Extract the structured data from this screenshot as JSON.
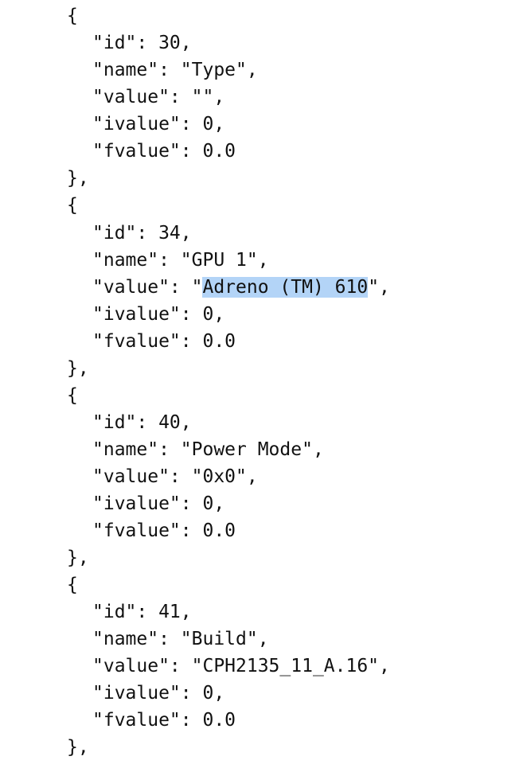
{
  "objects": [
    {
      "open": "{",
      "id": "\"id\": 30,",
      "name": "\"name\": \"Type\",",
      "value": "\"value\": \"\",",
      "ivalue": "\"ivalue\": 0,",
      "fvalue": "\"fvalue\": 0.0",
      "close": "},"
    },
    {
      "open": "{",
      "id": "\"id\": 34,",
      "name": "\"name\": \"GPU 1\",",
      "value_prefix": "\"value\": \"",
      "value_selected": "Adreno (TM) 610",
      "value_suffix": "\",",
      "ivalue": "\"ivalue\": 0,",
      "fvalue": "\"fvalue\": 0.0",
      "close": "},"
    },
    {
      "open": "{",
      "id": "\"id\": 40,",
      "name": "\"name\": \"Power Mode\",",
      "value": "\"value\": \"0x0\",",
      "ivalue": "\"ivalue\": 0,",
      "fvalue": "\"fvalue\": 0.0",
      "close": "},"
    },
    {
      "open": "{",
      "id": "\"id\": 41,",
      "name": "\"name\": \"Build\",",
      "value": "\"value\": \"CPH2135_11_A.16\",",
      "ivalue": "\"ivalue\": 0,",
      "fvalue": "\"fvalue\": 0.0",
      "close": "},"
    }
  ],
  "colors": {
    "text": "#111111",
    "selection": "#b3d4f7",
    "background": "#ffffff"
  }
}
